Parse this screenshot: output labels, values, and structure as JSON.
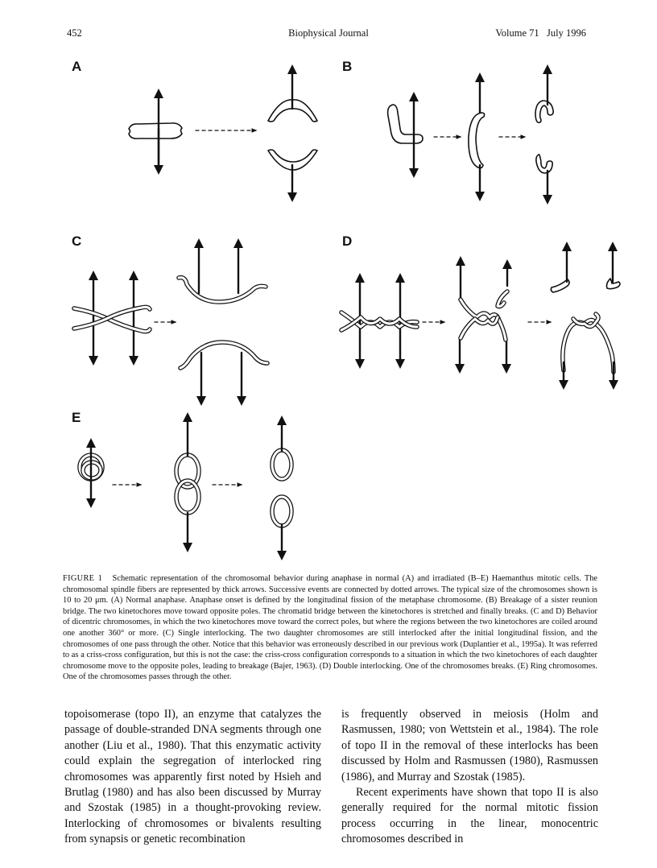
{
  "header": {
    "page_number": "452",
    "journal": "Biophysical Journal",
    "volume": "Volume 71   July 1996"
  },
  "figure": {
    "panels": [
      "A",
      "B",
      "C",
      "D",
      "E"
    ]
  },
  "caption": {
    "label": "FIGURE 1",
    "text": "Schematic representation of the chromosomal behavior during anaphase in normal (A) and irradiated (B–E) Haemanthus mitotic cells. The chromosomal spindle fibers are represented by thick arrows. Successive events are connected by dotted arrows. The typical size of the chromosomes shown is 10 to 20 μm. (A) Normal anaphase. Anaphase onset is defined by the longitudinal fission of the metaphase chromosome. (B) Breakage of a sister reunion bridge. The two kinetochores move toward opposite poles. The chromatid bridge between the kinetochores is stretched and finally breaks. (C and D) Behavior of dicentric chromosomes, in which the two kinetochores move toward the correct poles, but where the regions between the two kinetochores are coiled around one another 360° or more. (C) Single interlocking. The two daughter chromosomes are still interlocked after the initial longitudinal fission, and the chromosomes of one pass through the other. Notice that this behavior was erroneously described in our previous work (Duplantier et al., 1995a). It was referred to as a criss-cross configuration, but this is not the case: the criss-cross configuration corresponds to a situation in which the two kinetochores of each daughter chromosome move to the opposite poles, leading to breakage (Bajer, 1963). (D) Double interlocking. One of the chromosomes breaks. (E) Ring chromosomes. One of the chromosomes passes through the other."
  },
  "body": {
    "left_column": "topoisomerase (topo II), an enzyme that catalyzes the passage of double-stranded DNA segments through one another (Liu et al., 1980). That this enzymatic activity could explain the segregation of interlocked ring chromosomes was apparently first noted by Hsieh and Brutlag (1980) and has also been discussed by Murray and Szostak (1985) in a thought-provoking review. Interlocking of chromosomes or bivalents resulting from synapsis or genetic recombination",
    "right_column_p1": "is frequently observed in meiosis (Holm and Rasmussen, 1980; von Wettstein et al., 1984). The role of topo II in the removal of these interlocks has been discussed by Holm and Rasmussen (1980), Rasmussen (1986), and Murray and Szostak (1985).",
    "right_column_p2": "Recent experiments have shown that topo II is also generally required for the normal mitotic fission process occurring in the linear, monocentric chromosomes described in"
  }
}
